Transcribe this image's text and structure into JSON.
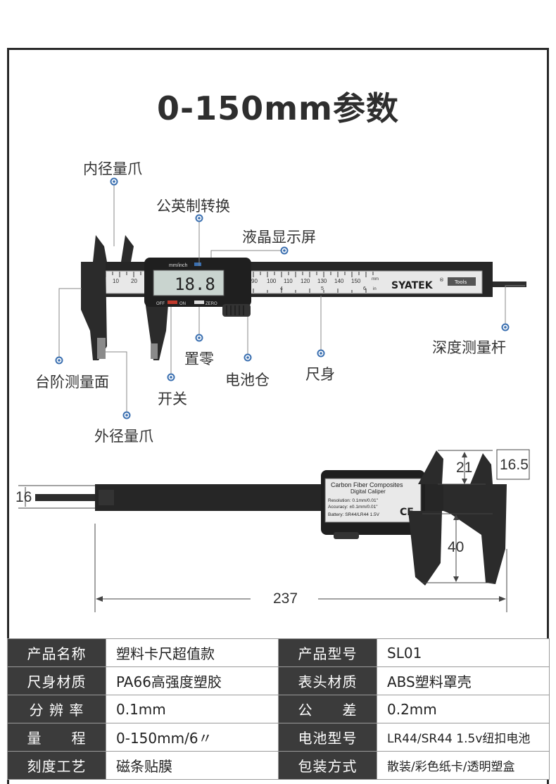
{
  "title": "0-150mm参数",
  "callouts": {
    "inner_jaw": "内径量爪",
    "unit_switch": "公英制转换",
    "lcd": "液晶显示屏",
    "step_face": "台阶测量面",
    "zero": "置零",
    "battery": "电池仓",
    "beam": "尺身",
    "depth_rod": "深度测量杆",
    "power": "开关",
    "outer_jaw": "外径量爪"
  },
  "caliper_front": {
    "brand": "SYATEK",
    "brand_mark": "®",
    "tools": "Tools",
    "display_value": "18.8",
    "unit_label": "mm/inch",
    "btn_off": "OFF",
    "btn_on": "ON",
    "btn_zero": "ZERO",
    "scale_numbers": [
      "10",
      "20",
      "90",
      "100",
      "110",
      "120",
      "130",
      "140",
      "150"
    ],
    "inch_numbers": [
      "4",
      "5",
      "6"
    ],
    "mm_label": "mm",
    "in_label": "in"
  },
  "caliper_back": {
    "label_line1": "Carbon Fiber Composites",
    "label_line2": "Digital Caliper",
    "resolution": "Resolution: 0.1mm/0.01\"",
    "accuracy": "Accuracy: ±0.1mm/0.01\"",
    "battery": "Battery: SR44/LR44 1.5V",
    "ce": "CE"
  },
  "dimensions": {
    "rod": "16",
    "inner_jaw_a": "21",
    "inner_jaw_b": "16.5",
    "outer_jaw": "40",
    "length": "237"
  },
  "specs": [
    {
      "k1": "产品名称",
      "v1": "塑料卡尺超值款",
      "k2": "产品型号",
      "v2": "SL01"
    },
    {
      "k1": "尺身材质",
      "v1": "PA66高强度塑胶",
      "k2": "表头材质",
      "v2": "ABS塑料罩壳"
    },
    {
      "k1": "分 辨 率",
      "v1": "0.1mm",
      "k2": "公　　差",
      "v2": "0.2mm"
    },
    {
      "k1": "量　　程",
      "v1": "0-150mm/6〃",
      "k2": "电池型号",
      "v2": "LR44/SR44  1.5v纽扣电池"
    },
    {
      "k1": "刻度工艺",
      "v1": "磁条贴膜",
      "k2": "包装方式",
      "v2": "散装/彩色纸卡/透明塑盒"
    }
  ],
  "colors": {
    "accent_blue": "#3a6fb0",
    "table_header": "#3b3b3b",
    "body": "#2a2a2a",
    "lcd": "#c9d4cf"
  }
}
